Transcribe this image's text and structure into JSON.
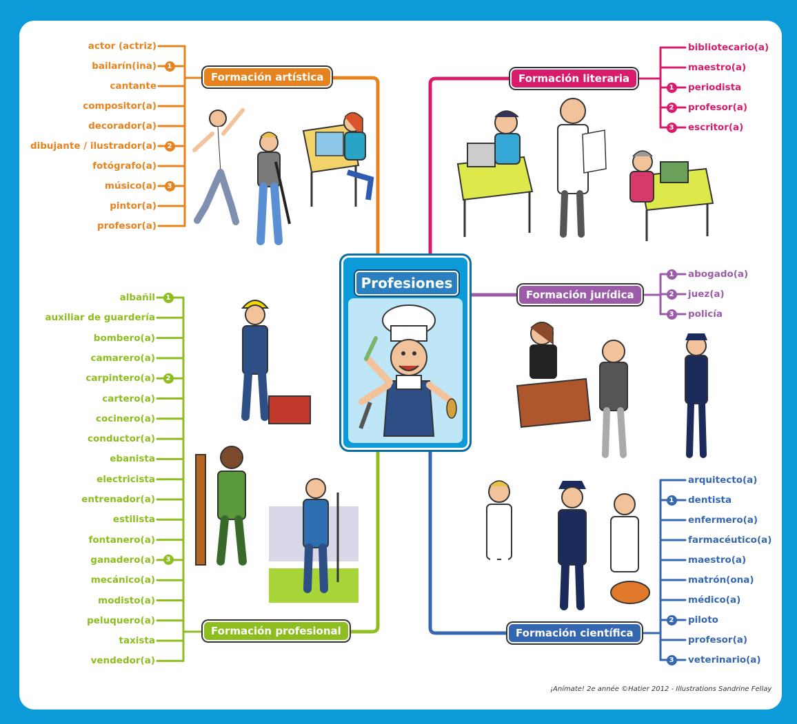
{
  "center": {
    "title": "Profesiones"
  },
  "artistica": {
    "title": "Formación artística",
    "color": "#e6831e",
    "items": [
      {
        "label": "actor (actriz)",
        "num": ""
      },
      {
        "label": "bailarín(ina)",
        "num": "1"
      },
      {
        "label": "cantante",
        "num": ""
      },
      {
        "label": "compositor(a)",
        "num": ""
      },
      {
        "label": "decorador(a)",
        "num": ""
      },
      {
        "label": "dibujante / ilustrador(a)",
        "num": "2"
      },
      {
        "label": "fotógrafo(a)",
        "num": ""
      },
      {
        "label": "músico(a)",
        "num": "3"
      },
      {
        "label": "pintor(a)",
        "num": ""
      },
      {
        "label": "profesor(a)",
        "num": ""
      }
    ]
  },
  "profesional": {
    "title": "Formación profesional",
    "color": "#8dbd1e",
    "items": [
      {
        "label": "albañil",
        "num": "1"
      },
      {
        "label": "auxiliar de guardería",
        "num": ""
      },
      {
        "label": "bombero(a)",
        "num": ""
      },
      {
        "label": "camarero(a)",
        "num": ""
      },
      {
        "label": "carpintero(a)",
        "num": "2"
      },
      {
        "label": "cartero(a)",
        "num": ""
      },
      {
        "label": "cocinero(a)",
        "num": ""
      },
      {
        "label": "conductor(a)",
        "num": ""
      },
      {
        "label": "ebanista",
        "num": ""
      },
      {
        "label": "electricista",
        "num": ""
      },
      {
        "label": "entrenador(a)",
        "num": ""
      },
      {
        "label": "estilista",
        "num": ""
      },
      {
        "label": "fontanero(a)",
        "num": ""
      },
      {
        "label": "ganadero(a)",
        "num": "3"
      },
      {
        "label": "mecánico(a)",
        "num": ""
      },
      {
        "label": "modisto(a)",
        "num": ""
      },
      {
        "label": "peluquero(a)",
        "num": ""
      },
      {
        "label": "taxista",
        "num": ""
      },
      {
        "label": "vendedor(a)",
        "num": ""
      }
    ]
  },
  "literaria": {
    "title": "Formación literaria",
    "color": "#d81b6a",
    "items": [
      {
        "label": "bibliotecario(a)",
        "num": ""
      },
      {
        "label": "maestro(a)",
        "num": ""
      },
      {
        "label": "periodista",
        "num": "1"
      },
      {
        "label": "profesor(a)",
        "num": "2"
      },
      {
        "label": "escritor(a)",
        "num": "3"
      }
    ]
  },
  "juridica": {
    "title": "Formación jurídica",
    "color": "#9b5ba8",
    "items": [
      {
        "label": "abogado(a)",
        "num": "1"
      },
      {
        "label": "juez(a)",
        "num": "2"
      },
      {
        "label": "policía",
        "num": "3"
      }
    ]
  },
  "cientifica": {
    "title": "Formación científica",
    "color": "#3566b0",
    "items": [
      {
        "label": "arquitecto(a)",
        "num": ""
      },
      {
        "label": "dentista",
        "num": "1"
      },
      {
        "label": "enfermero(a)",
        "num": ""
      },
      {
        "label": "farmacéutico(a)",
        "num": ""
      },
      {
        "label": "maestro(a)",
        "num": ""
      },
      {
        "label": "matrón(ona)",
        "num": ""
      },
      {
        "label": "médico(a)",
        "num": ""
      },
      {
        "label": "piloto",
        "num": "2"
      },
      {
        "label": "profesor(a)",
        "num": ""
      },
      {
        "label": "veterinario(a)",
        "num": "3"
      }
    ]
  },
  "credit": "¡Anímate! 2e année ©Hatier 2012 - Illustrations Sandrine Fellay"
}
